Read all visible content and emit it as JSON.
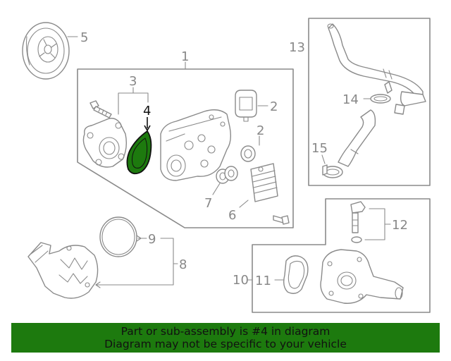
{
  "callouts": {
    "c1": "1",
    "c2a": "2",
    "c2b": "2",
    "c3": "3",
    "c4": "4",
    "c5": "5",
    "c6": "6",
    "c7": "7",
    "c8": "8",
    "c9": "9",
    "c10": "10",
    "c11": "11",
    "c12": "12",
    "c13": "13",
    "c14": "14",
    "c15": "15"
  },
  "highlight": {
    "callout": "4",
    "color": "#1d7a0e"
  },
  "colors": {
    "line": "#8a8a8a",
    "banner_bg": "#1d7a0e"
  },
  "banner": {
    "line1": "Part or sub-assembly is #4 in diagram",
    "line2": "Diagram may not be specific to your vehicle"
  }
}
